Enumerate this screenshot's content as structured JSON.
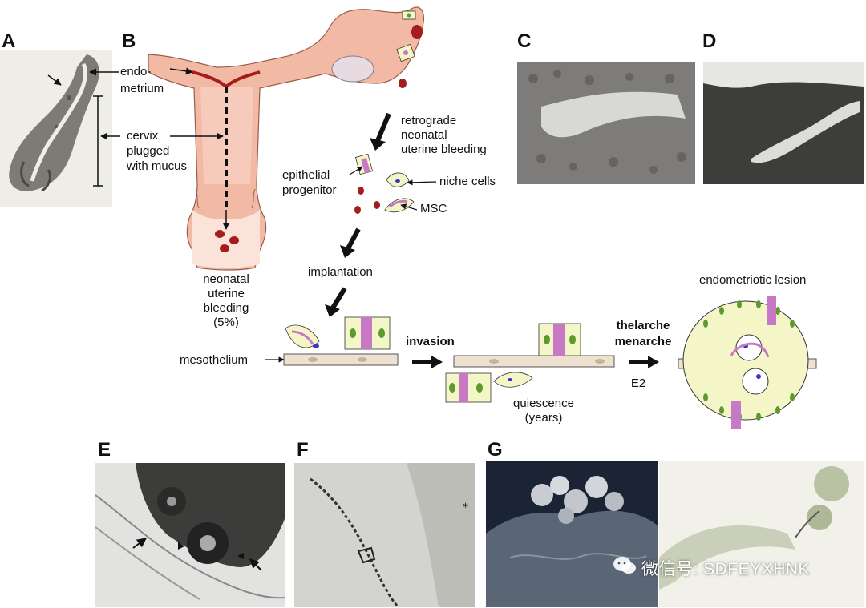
{
  "panel_letters": [
    "A",
    "B",
    "C",
    "D",
    "E",
    "F",
    "G"
  ],
  "labels": {
    "endometrium_1": "endo-",
    "endometrium_2": "metrium",
    "cervix_1": "cervix",
    "cervix_2": "plugged",
    "cervix_3": "with mucus",
    "neonatal_bleeding_1": "neonatal",
    "neonatal_bleeding_2": "uterine",
    "neonatal_bleeding_3": "bleeding",
    "neonatal_bleeding_4": "(5%)",
    "retrograde_1": "retrograde",
    "retrograde_2": "neonatal",
    "retrograde_3": "uterine bleeding",
    "epithelial_1": "epithelial",
    "epithelial_2": "progenitor",
    "niche_cells": "niche cells",
    "msc": "MSC",
    "implantation": "implantation",
    "mesothelium": "mesothelium",
    "invasion": "invasion",
    "quiescence_1": "quiescence",
    "quiescence_2": "(years)",
    "thelarche": "thelarche",
    "menarche": "menarche",
    "e2": "E2",
    "endometriotic_lesion": "endometriotic lesion"
  },
  "watermark": "微信号: SDFEYXHNK",
  "colors": {
    "uterus_fill": "#f2b9a4",
    "uterus_inner": "#fbe3da",
    "blood": "#a51c1c",
    "epithelial": "#f4f6c8",
    "epithelial_nucleus": "#5c9a2e",
    "niche_pink": "#c879c6",
    "msc_blue": "#3b35c4",
    "mesothelium": "#efe1cf"
  }
}
